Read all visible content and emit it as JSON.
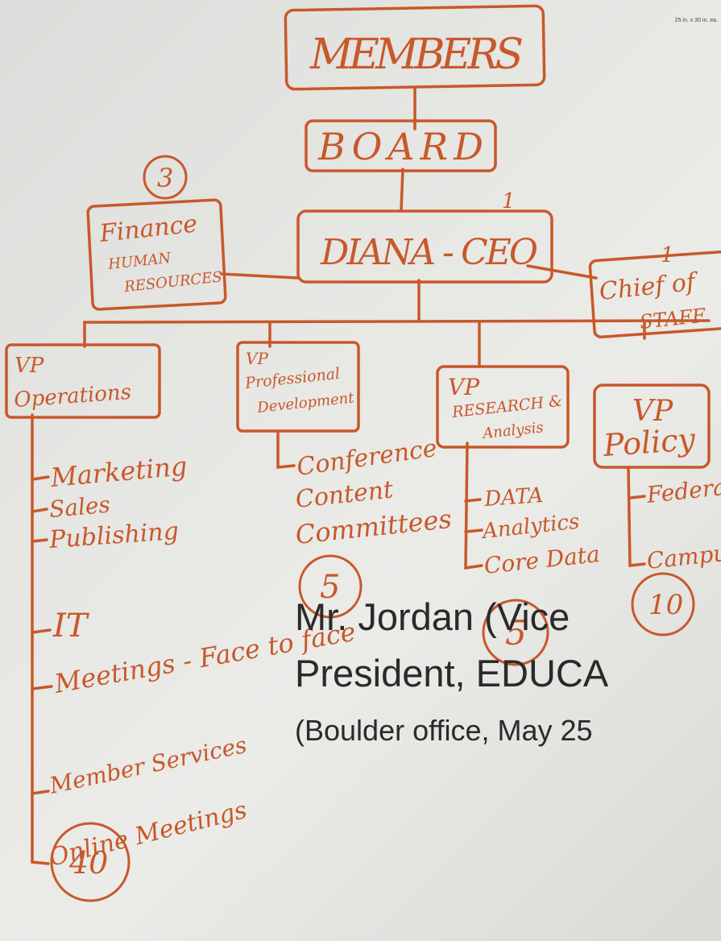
{
  "pad_label": "25 in. x 30 in. ea.",
  "nodes": {
    "members": "MEMBERS",
    "board": "BOARD",
    "ceo": "DIANA - CEO",
    "ceo_count": "1",
    "finance_title": "Finance",
    "finance_sub1": "HUMAN",
    "finance_sub2": "RESOURCES",
    "finance_count": "3",
    "chief_line1": "Chief of",
    "chief_line2": "STAFF",
    "chief_count": "1",
    "ops_line1": "VP",
    "ops_line2": "Operations",
    "prof_line1": "VP",
    "prof_line2": "Professional",
    "prof_line3": "Development",
    "research_line1": "VP",
    "research_line2": "RESEARCH &",
    "research_line3": "Analysis",
    "policy_line1": "VP",
    "policy_line2": "Policy"
  },
  "ops_items": [
    "Marketing",
    "Sales",
    "Publishing",
    "IT",
    "Meetings - Face to face",
    "Member Services",
    "Online Meetings"
  ],
  "ops_count": "40",
  "prof_items": [
    "Conference",
    "Content",
    "Committees"
  ],
  "prof_count": "5",
  "research_items": [
    "DATA",
    "Analytics",
    "Core Data"
  ],
  "research_count": "5",
  "policy_items": [
    "Federal",
    "Campus"
  ],
  "policy_count": "10",
  "caption": {
    "line1": "Mr. Jordan (Vice",
    "line2": "President, EDUCA",
    "line3": "(Boulder office, May 25"
  },
  "colors": {
    "marker": "#c8582a",
    "paper": "#e6e6e3",
    "caption": "#2a2a2a"
  }
}
